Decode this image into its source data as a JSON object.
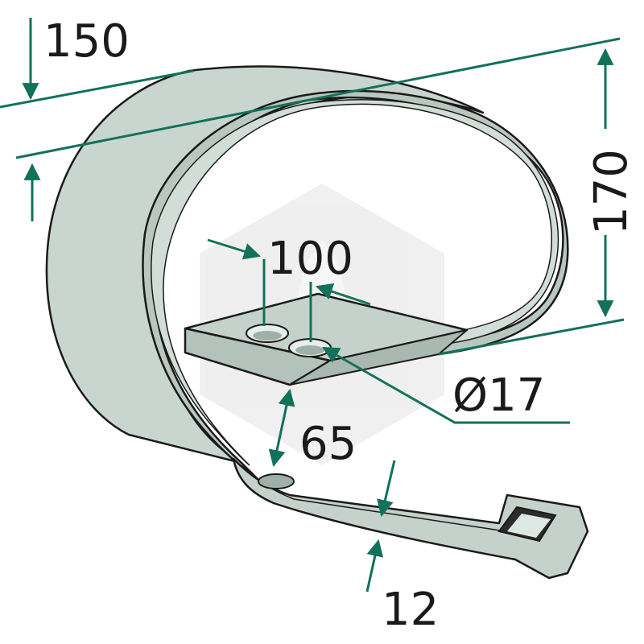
{
  "dimensions": {
    "width_label": "150",
    "height_label": "170",
    "hole_spacing_label": "100",
    "hole_diameter_label": "Ø17",
    "offset_label": "65",
    "thickness_label": "12"
  },
  "colors": {
    "part_fill": "#c5d2cc",
    "part_fill_dark": "#b3c2bb",
    "outline": "#1a1a1a",
    "dimension_line": "#12715a",
    "watermark": "#d9d9d9"
  }
}
